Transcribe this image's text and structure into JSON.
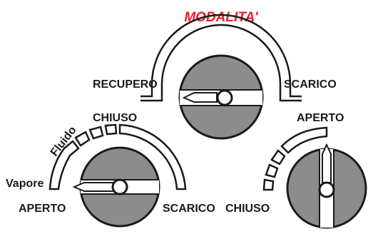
{
  "title": "MODALITA'",
  "colors": {
    "title": "#e3242b",
    "ink": "#1a1a1a",
    "knob_fill": "#8c8c8c",
    "background": "#ffffff"
  },
  "mode_selector": {
    "left_label": "RECUPERO",
    "right_label": "SCARICO"
  },
  "fluid_valve": {
    "top_label": "CHIUSO",
    "arc_label": "Fluido",
    "side_label": "Vapore",
    "left_label": "APERTO",
    "right_label": "SCARICO"
  },
  "shutoff_valve": {
    "top_label": "APERTO",
    "bottom_label": "CHIUSO"
  }
}
